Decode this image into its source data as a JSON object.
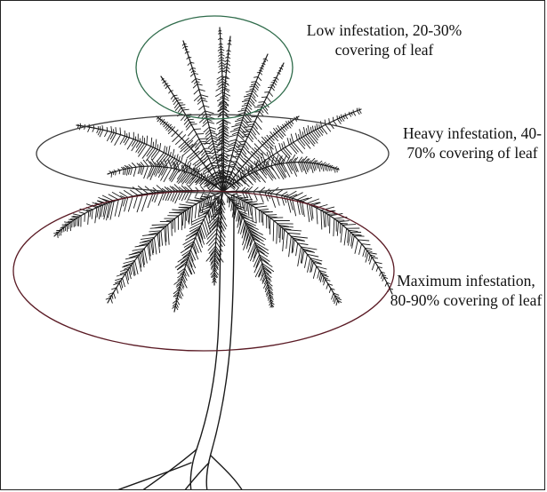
{
  "zones": {
    "low": {
      "label": "Low infestation, 20-30% covering of leaf",
      "ellipse_color": "#2e6b4a"
    },
    "heavy": {
      "label": "Heavy infestation, 40-70% covering of leaf",
      "ellipse_color": "#3a3a3a"
    },
    "maximum": {
      "label": "Maximum infestation, 80-90% covering of leaf",
      "ellipse_color": "#5a1a24"
    }
  },
  "drawing": {
    "subject": "coconut-palm-icon",
    "stroke_color": "#1a1a1a"
  }
}
